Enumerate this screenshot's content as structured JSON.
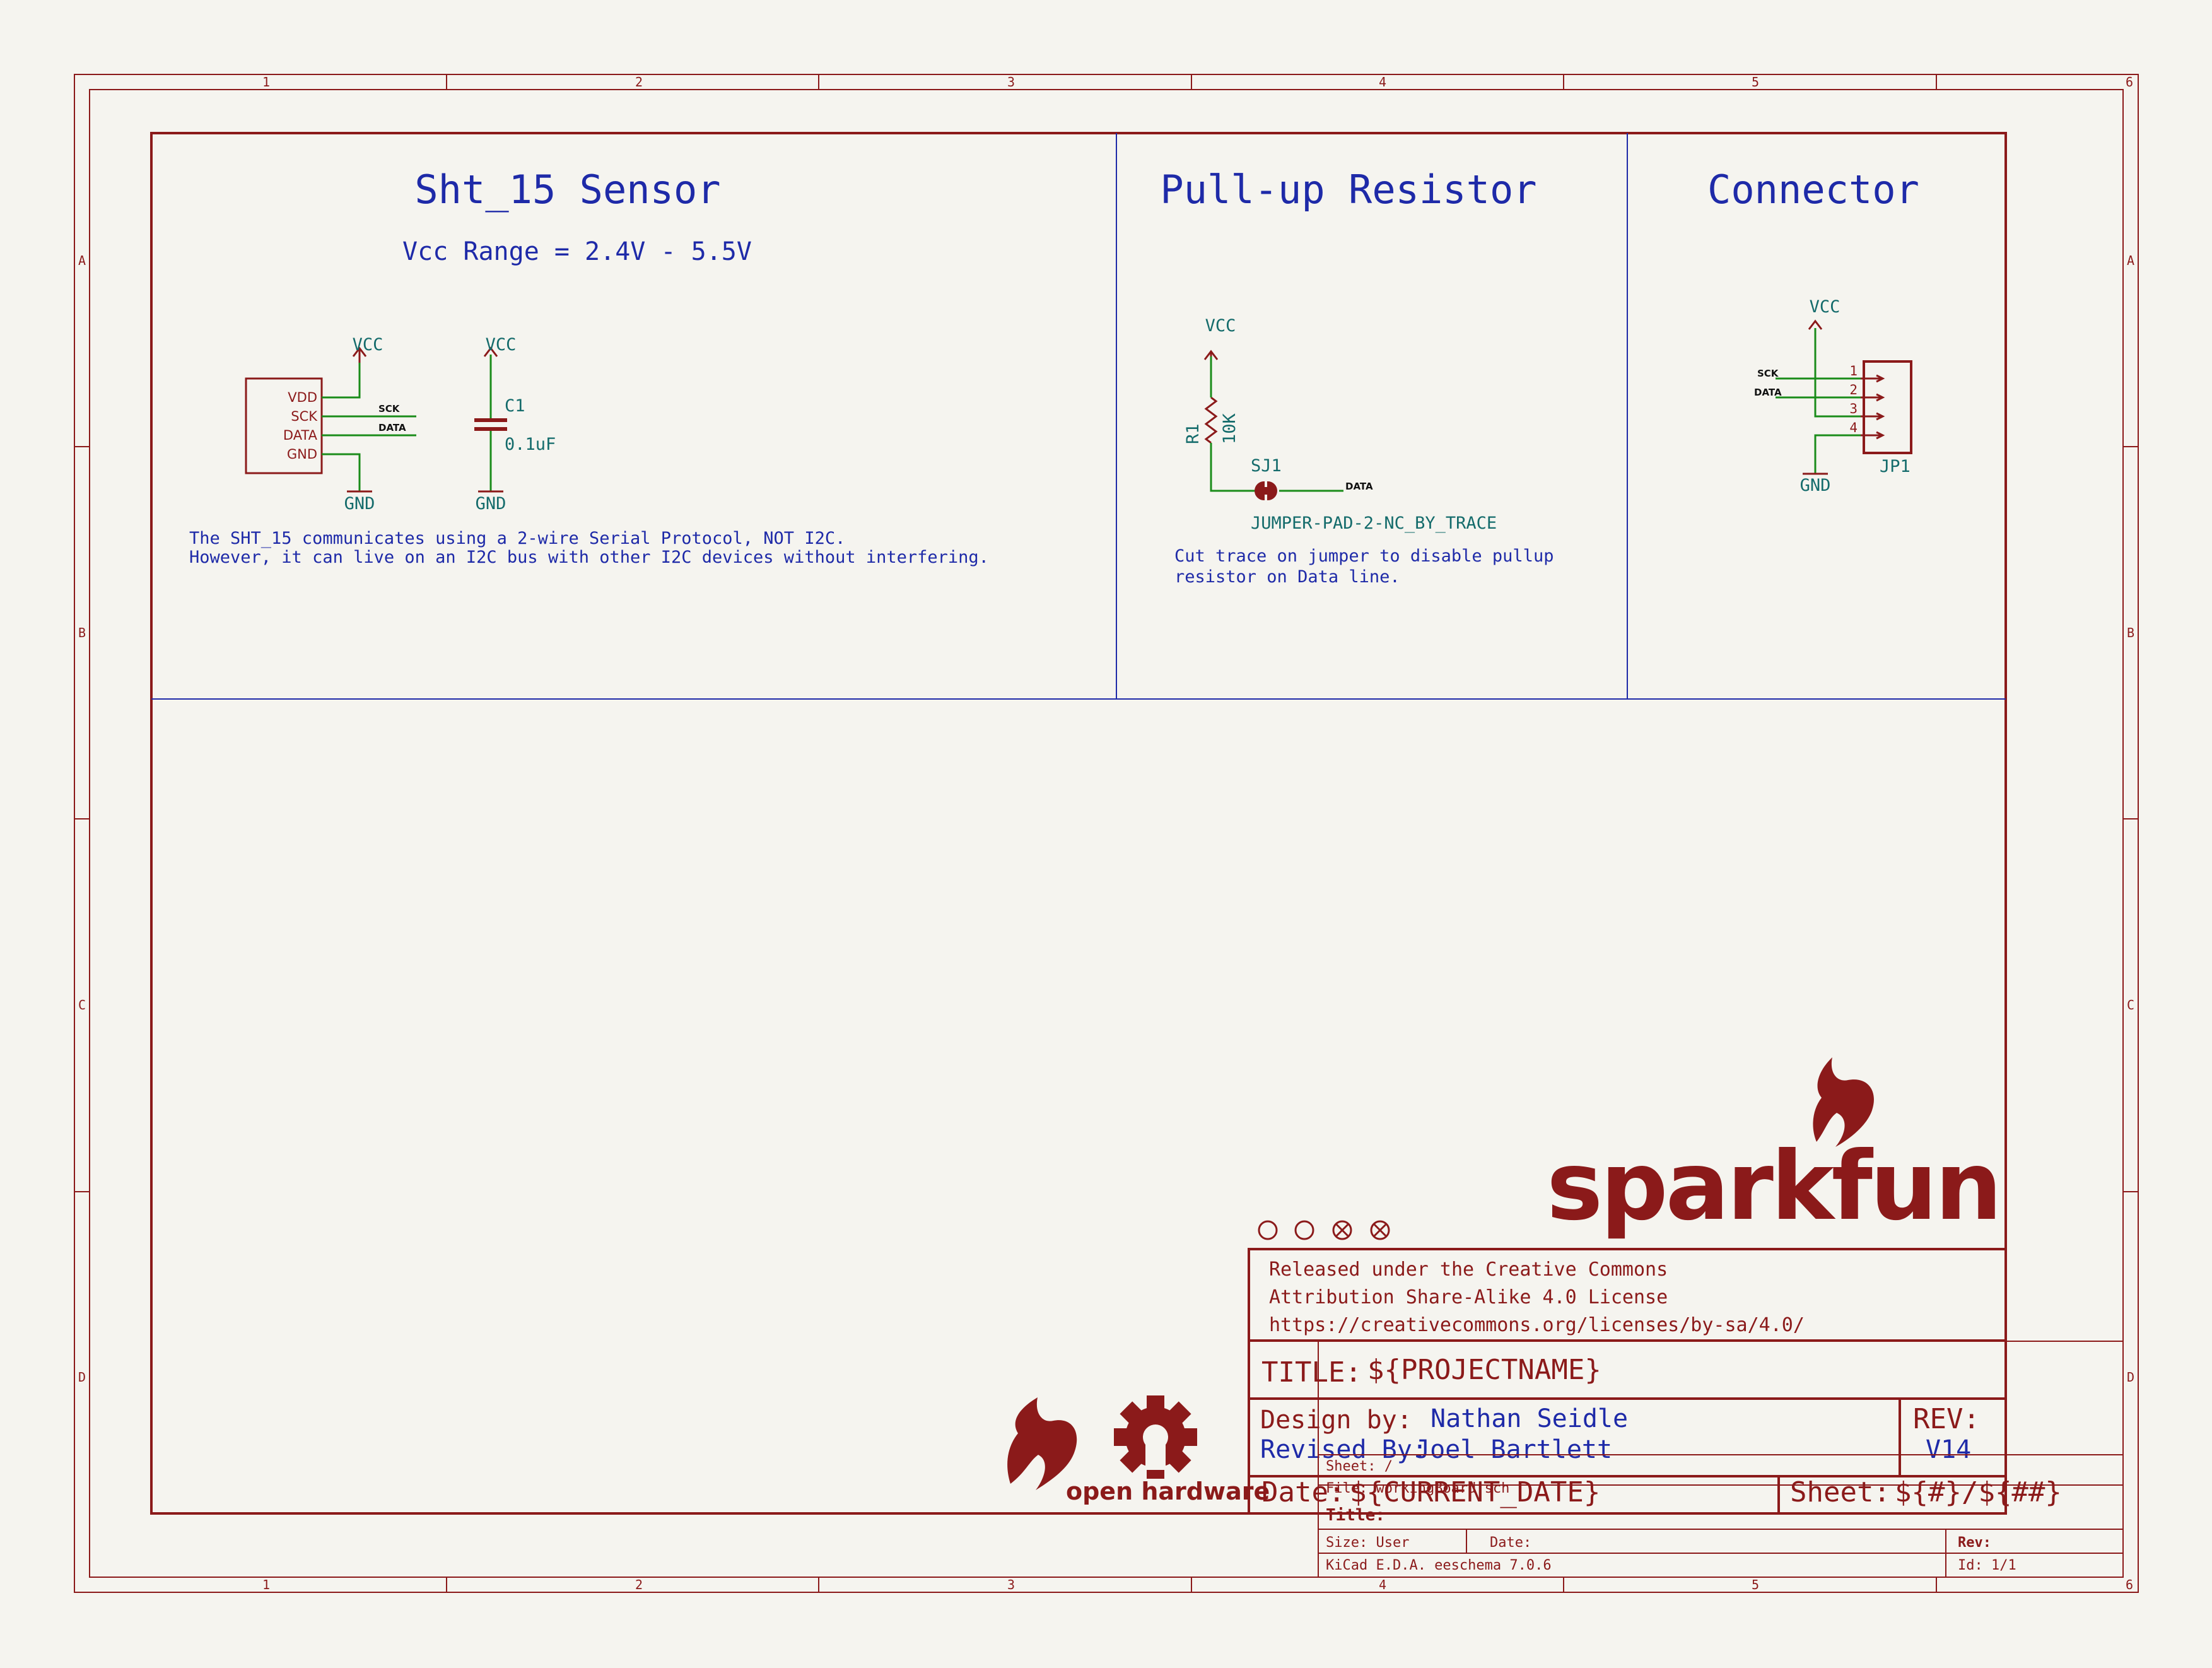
{
  "colors": {
    "background": "#f5f4ef",
    "border": "#8b1a1a",
    "text_blue": "#1e2aa8",
    "text_red": "#8b1a1a",
    "wire_green": "#1a8c1a",
    "label_teal": "#146b6b",
    "logo_red": "#8b1a1a"
  },
  "frame": {
    "col_labels": [
      "1",
      "2",
      "3",
      "4",
      "5",
      "6"
    ],
    "row_labels": [
      "A",
      "B",
      "C",
      "D"
    ]
  },
  "sections": {
    "sensor": {
      "title": "Sht_15 Sensor",
      "subtitle": "Vcc Range = 2.4V - 5.5V",
      "note_line1": "The SHT_15 communicates using a 2-wire Serial Protocol, NOT I2C.",
      "note_line2": "However, it can live on an I2C bus with other I2C devices without interfering.",
      "ic_pins": [
        "VDD",
        "SCK",
        "DATA",
        "GND"
      ],
      "net_sck": "SCK",
      "net_data": "DATA",
      "vcc_label": "VCC",
      "gnd_label": "GND",
      "cap_ref": "C1",
      "cap_value": "0.1uF",
      "cap_vcc": "VCC",
      "cap_gnd": "GND"
    },
    "pullup": {
      "title": "Pull-up Resistor",
      "vcc_label": "VCC",
      "res_ref": "R1",
      "res_value": "10K",
      "jumper_ref": "SJ1",
      "jumper_value": "JUMPER-PAD-2-NC_BY_TRACE",
      "net_data": "DATA",
      "note_line1": "Cut trace on jumper to disable pullup",
      "note_line2": "resistor on Data line."
    },
    "connector": {
      "title": "Connector",
      "vcc_label": "VCC",
      "gnd_label": "GND",
      "net_sck": "SCK",
      "net_data": "DATA",
      "pins": [
        "1",
        "2",
        "3",
        "4"
      ],
      "ref": "JP1"
    }
  },
  "logos": {
    "brand": "sparkfun",
    "open_hardware": "open hardware"
  },
  "title_block": {
    "license_line1": "Released under the Creative Commons",
    "license_line2": "Attribution Share-Alike 4.0 License",
    "license_line3": "https://creativecommons.org/licenses/by-sa/4.0/",
    "title_label": "TITLE:",
    "title_value": "${PROJECTNAME}",
    "design_label": "Design by:",
    "design_value": "Nathan Seidle",
    "revised_label": "Revised By:",
    "revised_value": "Joel Bartlett",
    "rev_label": "REV:",
    "rev_value": "V14",
    "date_label": "Date:",
    "date_value": "${CURRENT_DATE}",
    "sheet_label": "Sheet:",
    "sheet_value": "${#}/${##}"
  },
  "kicad_block": {
    "sheet": "Sheet: /",
    "file": "File: workingBoard.sch",
    "title": "Title:",
    "size": "Size: User",
    "date": "Date:",
    "rev": "Rev:",
    "tool": "KiCad E.D.A.  eeschema 7.0.6",
    "id": "Id: 1/1"
  }
}
